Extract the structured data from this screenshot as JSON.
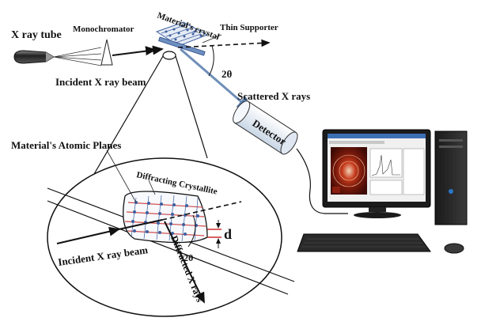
{
  "labels": {
    "xray_tube": "X ray tube",
    "monochromator": "Monochromator",
    "materials_crystal": "Material's crystal",
    "thin_supporter": "Thin Supporter",
    "incident_beam_top": "Incident X ray beam",
    "two_theta_top": "2θ",
    "scattered_xrays": "Scattered X rays",
    "detector": "Detector",
    "atomic_planes": "Material's Atomic Planes",
    "diffracting_crystallite": "Diffracting Crystallite",
    "incident_beam_bottom": "Incident X ray beam",
    "diffracted_xrays": "Diffracted X rays",
    "two_theta_bottom": "2θ",
    "d_spacing": "d"
  },
  "colors": {
    "scattered_beam": "#6f8fb8",
    "crystal_blue": "#3d5fa0",
    "plane_red": "#d24a4a",
    "monitor_screen": "#c94a2a",
    "detector_body": "#e8f0f8"
  },
  "icons": {
    "tube": "xray-tube-icon",
    "monochromator": "monochromator-prism-icon",
    "detector": "detector-cylinder-icon",
    "computer": "desktop-computer-icon"
  }
}
